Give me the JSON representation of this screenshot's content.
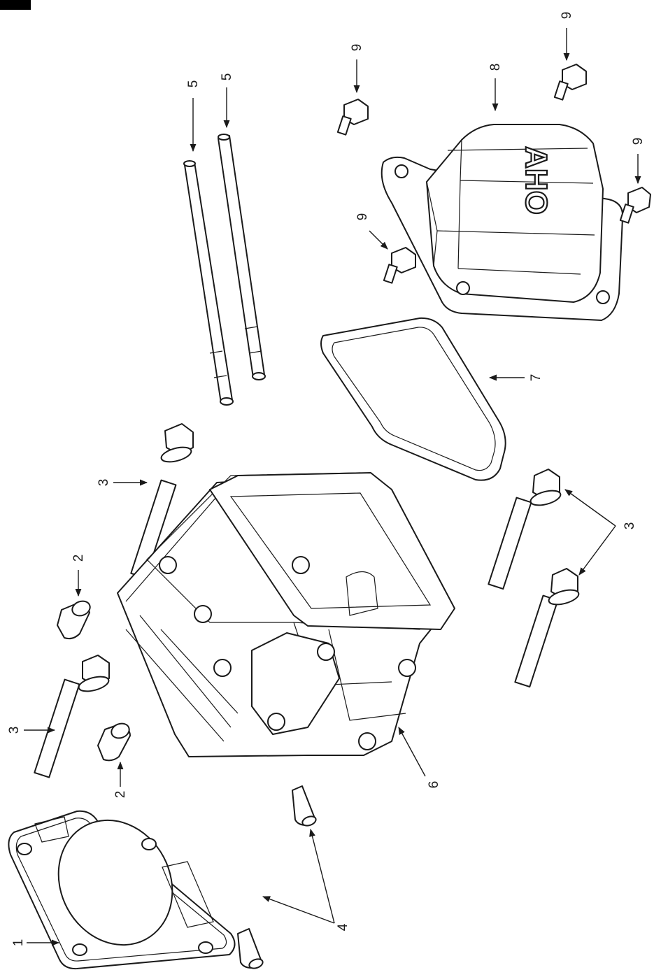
{
  "colors": {
    "line": "#1a1a1a",
    "background": "#ffffff",
    "corner_tab": "#000000"
  },
  "logo": {
    "text": "AHO"
  },
  "callouts": [
    {
      "id": "c1",
      "label": "1"
    },
    {
      "id": "c2a",
      "label": "2"
    },
    {
      "id": "c2b",
      "label": "2"
    },
    {
      "id": "c3a",
      "label": "3"
    },
    {
      "id": "c3b",
      "label": "3"
    },
    {
      "id": "c3c",
      "label": "3"
    },
    {
      "id": "c4",
      "label": "4"
    },
    {
      "id": "c5a",
      "label": "5"
    },
    {
      "id": "c5b",
      "label": "5"
    },
    {
      "id": "c6",
      "label": "6"
    },
    {
      "id": "c7",
      "label": "7"
    },
    {
      "id": "c8",
      "label": "8"
    },
    {
      "id": "c9a",
      "label": "9"
    },
    {
      "id": "c9b",
      "label": "9"
    },
    {
      "id": "c9c",
      "label": "9"
    },
    {
      "id": "c9d",
      "label": "9"
    }
  ]
}
